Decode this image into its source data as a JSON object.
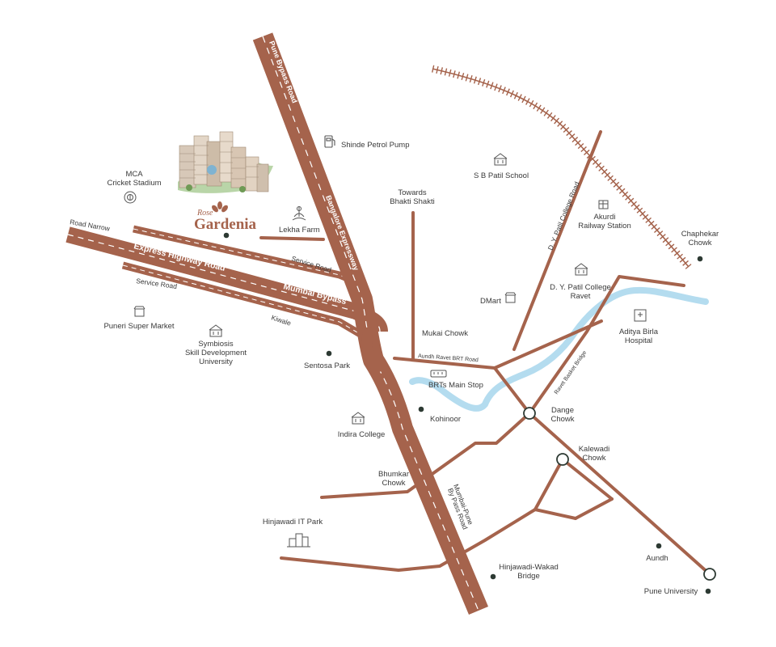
{
  "colors": {
    "road": "#a5634c",
    "river": "#b4dcef",
    "dot": "#2d3a33",
    "text": "#3a3a3a",
    "rail": "#a5634c"
  },
  "brand": {
    "prefix": "Rose",
    "name": "Gardenia"
  },
  "roads": {
    "pune_bypass": "Pune Bypass Road",
    "bangalore_expressway": "Bangalore Expressway",
    "road_narrow": "Road Narrow",
    "express_highway": "Express Highway Road",
    "mumbai_bypass": "Mumbai Bypass",
    "service_road_top": "Service Road",
    "service_road_left": "Service Road",
    "kiwale": "Kiwale",
    "aundh_ravet_brt": "Aundh Ravet BRT Road",
    "ravet_basket_bridge": "Ravet Basket Bridge",
    "dy_patil_college_road": "D. Y. Patil College Road",
    "mumbai_pune_bypass_1": "Mumbai-Pune",
    "mumbai_pune_bypass_2": "By Pass Road"
  },
  "places": {
    "mca_1": "MCA",
    "mca_2": "Cricket Stadium",
    "shinde": "Shinde Petrol Pump",
    "lekha": "Lekha Farm",
    "towards_1": "Towards",
    "towards_2": "Bhakti Shakti",
    "sb_patil": "S B Patil School",
    "akurdi_1": "Akurdi",
    "akurdi_2": "Railway Station",
    "chaphekar_1": "Chaphekar",
    "chaphekar_2": "Chowk",
    "dypatil_1": "D. Y. Patil College",
    "dypatil_2": "Ravet",
    "dmart": "DMart",
    "aditya_1": "Aditya Birla",
    "aditya_2": "Hospital",
    "mukai": "Mukai Chowk",
    "puneri": "Puneri Super Market",
    "symbiosis_1": "Symbiosis",
    "symbiosis_2": "Skill Development",
    "symbiosis_3": "University",
    "sentosa": "Sentosa Park",
    "brts": "BRTs Main Stop",
    "kohinoor": "Kohinoor",
    "dange_1": "Dange",
    "dange_2": "Chowk",
    "indira": "Indira College",
    "kalewadi_1": "Kalewadi",
    "kalewadi_2": "Chowk",
    "bhumkar_1": "Bhumkar",
    "bhumkar_2": "Chowk",
    "hinjawadi_it": "Hinjawadi IT Park",
    "aundh": "Aundh",
    "hw_bridge_1": "Hinjawadi-Wakad",
    "hw_bridge_2": "Bridge",
    "pune_univ": "Pune University"
  },
  "icons": [
    "cricket-stadium-icon",
    "petrol-pump-icon",
    "farm-icon",
    "school-icon",
    "railway-station-icon",
    "college-icon",
    "shop-icon",
    "hospital-icon",
    "bus-icon",
    "it-park-icon",
    "rose-logo-icon",
    "building-render-icon"
  ]
}
